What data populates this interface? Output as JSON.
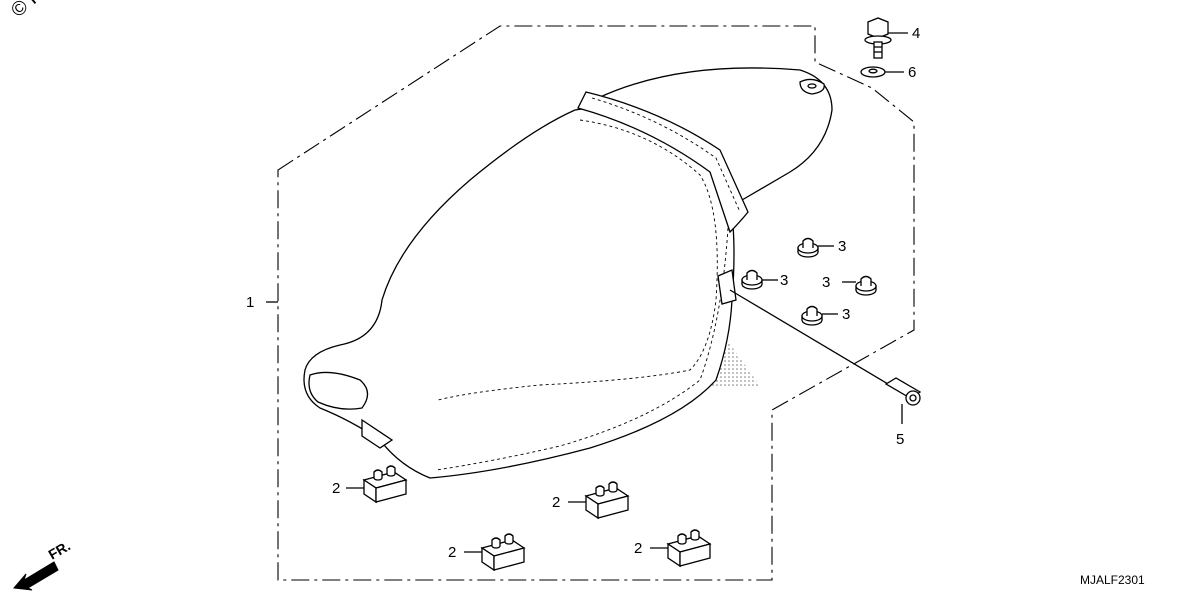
{
  "watermark": "© P",
  "diagram_code": "MJALF2301",
  "direction_label": "FR.",
  "callouts": {
    "seat": "1",
    "block_a": "2",
    "block_b": "2",
    "block_c": "2",
    "block_d": "2",
    "nut_a": "3",
    "nut_b": "3",
    "nut_c": "3",
    "nut_d": "3",
    "bolt_top": "4",
    "bolt_side": "5",
    "washer": "6"
  },
  "icons": {
    "seat": "seat-icon",
    "block": "rubber-block-icon",
    "nut": "clip-nut-icon",
    "bolt": "bolt-icon",
    "washer": "washer-icon",
    "arrow": "front-arrow-icon"
  }
}
